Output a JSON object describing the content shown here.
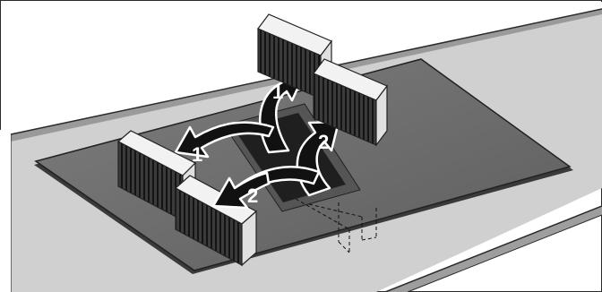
{
  "steps": {
    "one": "1",
    "two": "2"
  },
  "colors": {
    "background": "#ffffff",
    "worktop_top": "#c9c9c9",
    "worktop_front": "#b5b5b5",
    "hob_glass": "#6f6f6f",
    "hob_edge": "#3a3a3a",
    "filter_white": "#e8e8e8",
    "filter_grille": "#2a2a2a",
    "arrow": "#111111"
  },
  "icons": [
    "filter-module",
    "curved-arrow"
  ]
}
